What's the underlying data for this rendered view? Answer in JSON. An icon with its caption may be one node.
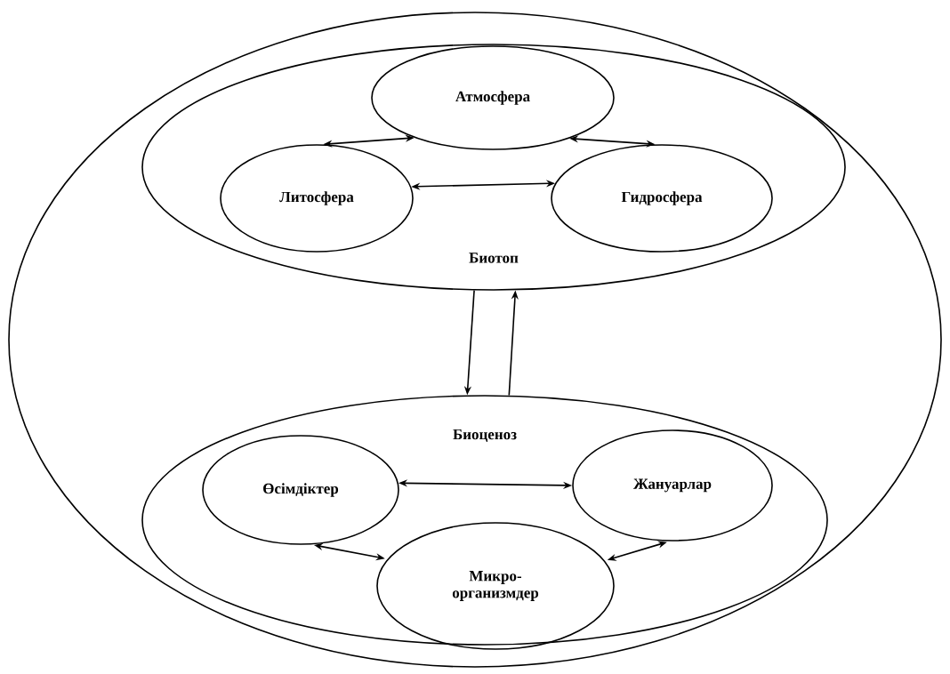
{
  "diagram": {
    "nodes": [
      {
        "text": [],
        "shape": "ellipse"
      },
      {
        "text": [
          "Биотоп"
        ],
        "in": 0
      },
      {
        "text": [
          "Атмосфера"
        ],
        "in": 1
      },
      {
        "text": [
          "Литосфера"
        ],
        "in": 1
      },
      {
        "text": [
          "Гидросфера"
        ],
        "in": 1
      },
      {
        "text": [
          "Биоценоз"
        ],
        "in": 0
      },
      {
        "text": [
          "Өсімдіктер"
        ],
        "in": 5
      },
      {
        "text": [
          "Жануарлар"
        ],
        "in": 5
      },
      {
        "text": [
          "Микро- организмдер"
        ],
        "in": 5
      }
    ],
    "edges": [
      {
        "from": 2,
        "to": 3,
        "arrow": "both"
      },
      {
        "from": 2,
        "to": 4,
        "arrow": "both"
      },
      {
        "from": 3,
        "to": 4,
        "arrow": "both"
      },
      {
        "from": 1,
        "to": 5,
        "arrow": "to"
      },
      {
        "from": 5,
        "to": 1,
        "arrow": "to"
      },
      {
        "from": 6,
        "to": 7,
        "arrow": "both"
      },
      {
        "from": 6,
        "to": 8,
        "arrow": "both"
      },
      {
        "from": 7,
        "to": 8,
        "arrow": "both"
      }
    ]
  }
}
